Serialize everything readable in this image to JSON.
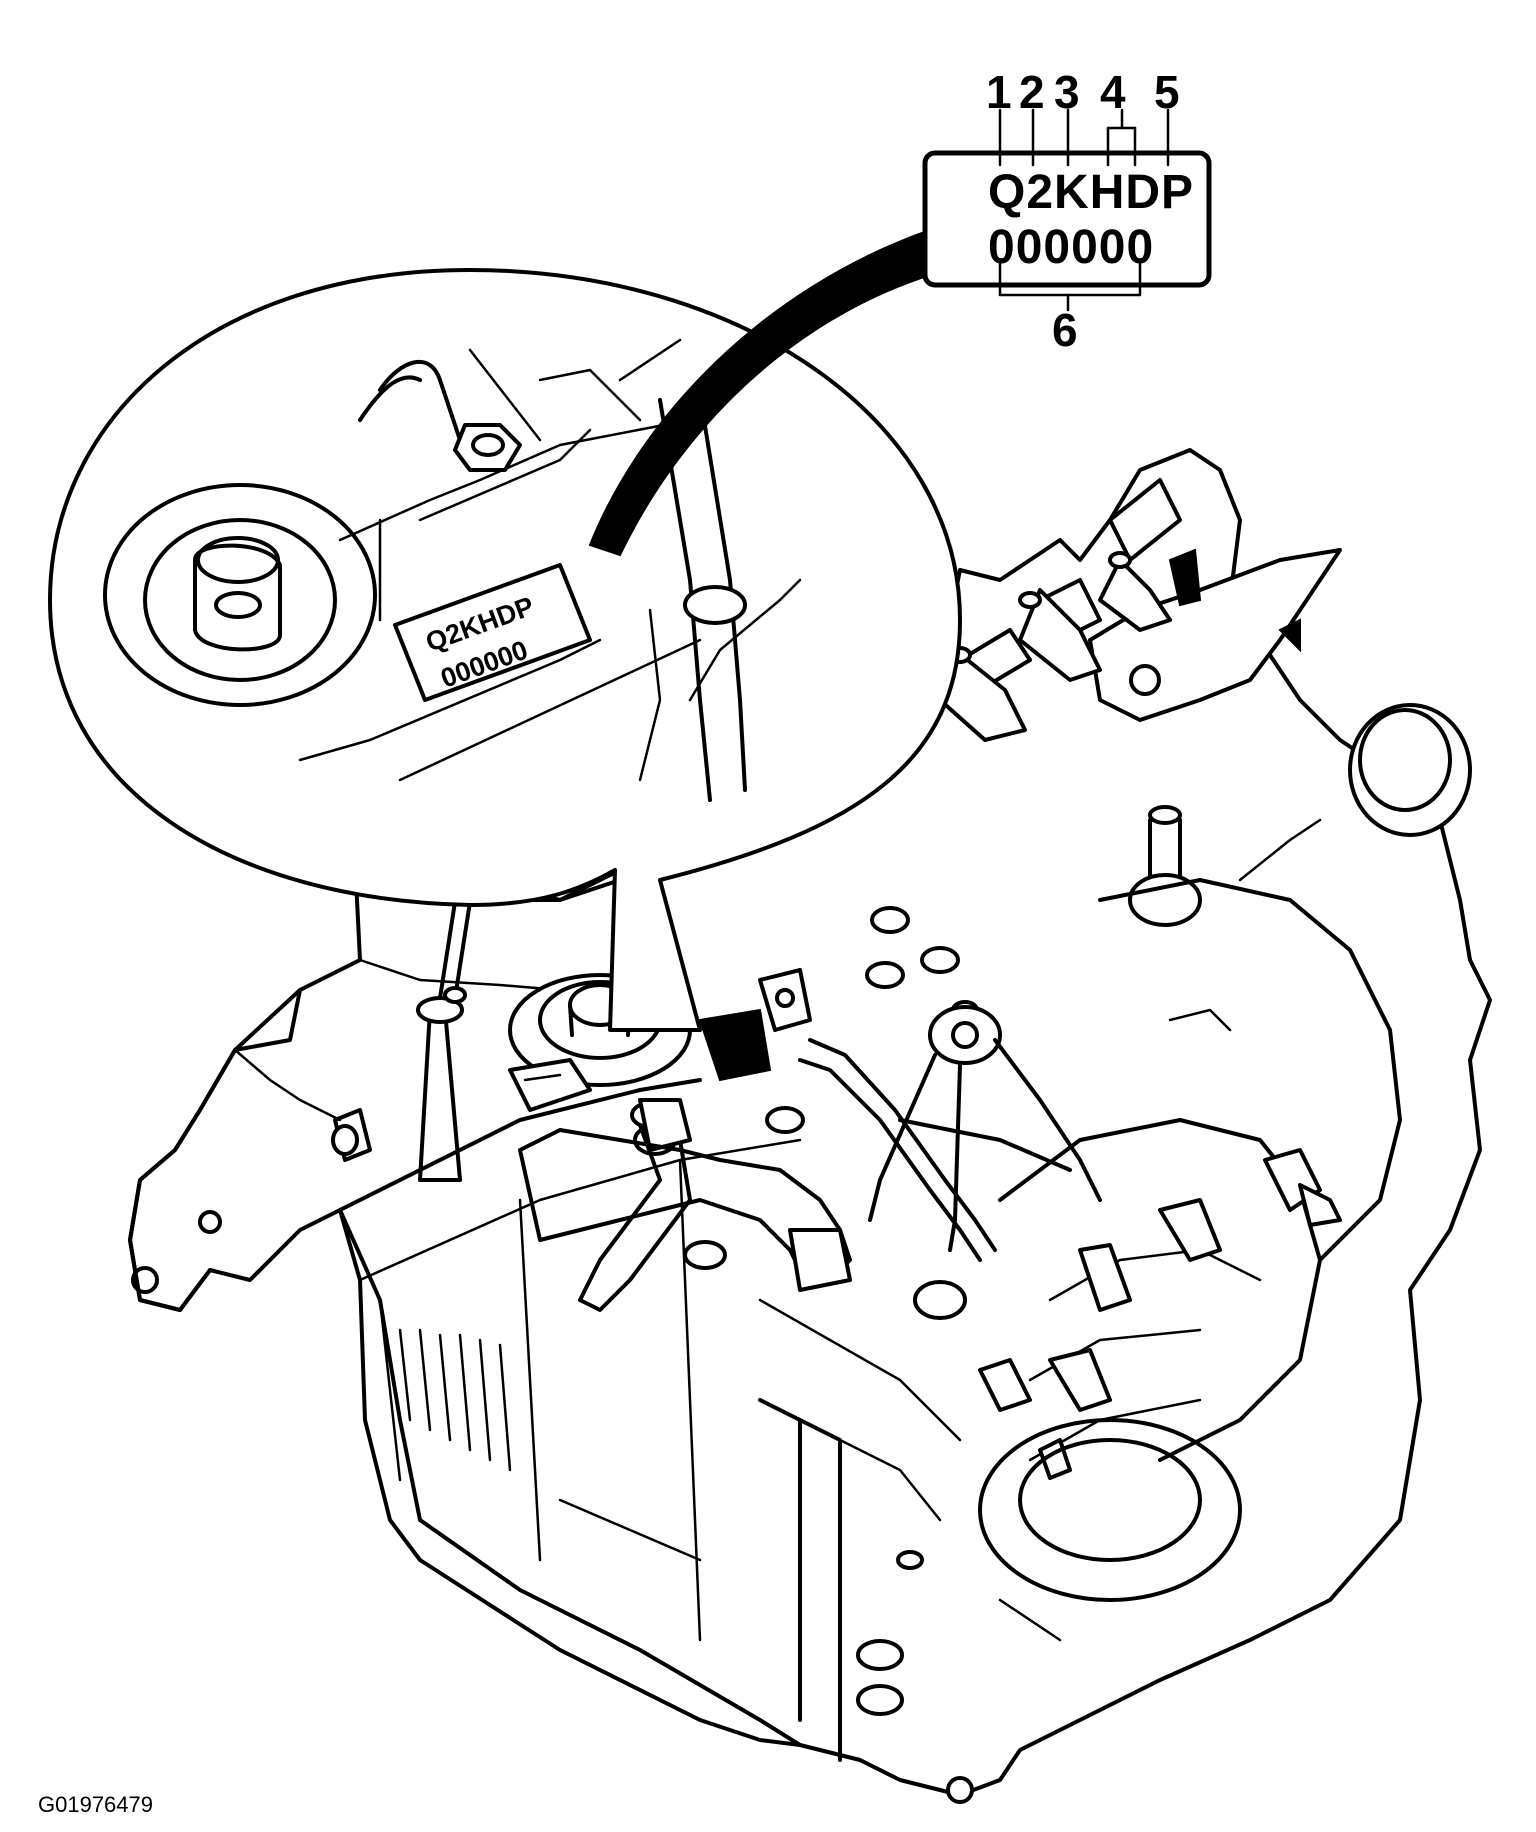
{
  "callouts": {
    "n1": "1",
    "n2": "2",
    "n3": "3",
    "n4": "4",
    "n5": "5",
    "n6": "6"
  },
  "id_plate": {
    "code": "Q2KHDP",
    "serial": "000000"
  },
  "figure_id": "G01976479"
}
